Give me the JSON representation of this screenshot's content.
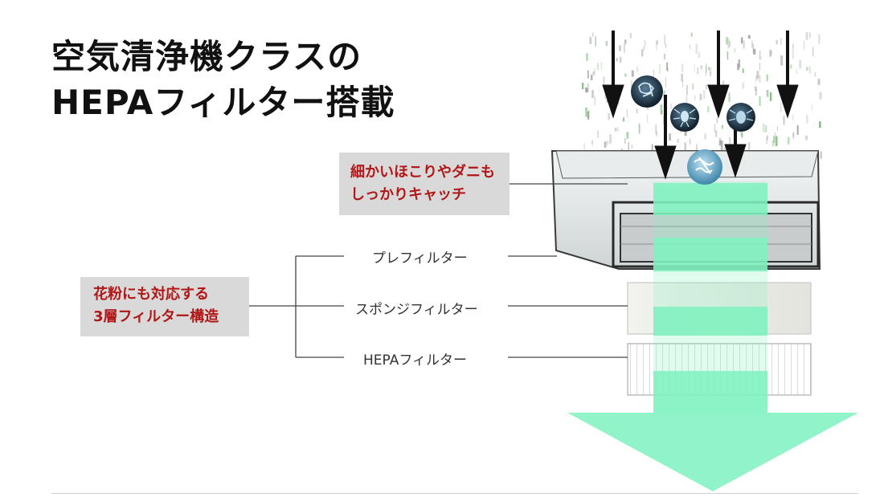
{
  "title": {
    "line1": "空気清浄機クラスの",
    "line2": "HEPAフィルター搭載"
  },
  "callouts": {
    "dust": {
      "line1": "細かいほこりやダニも",
      "line2": "しっかりキャッチ"
    },
    "pollen": {
      "line1": "花粉にも対応する",
      "line2": "3層フィルター構造"
    }
  },
  "filters": {
    "pre": "プレフィルター",
    "sponge": "スポンジフィルター",
    "hepa": "HEPAフィルター"
  },
  "colors": {
    "title": "#111111",
    "callout_text": "#b11717",
    "callout_bg": "#d9d9d9",
    "airflow": "#7ef2c0",
    "leader_line": "#444444"
  },
  "icons": [
    "down-arrow-icon",
    "microbe-icon",
    "dust-mite-icon"
  ]
}
